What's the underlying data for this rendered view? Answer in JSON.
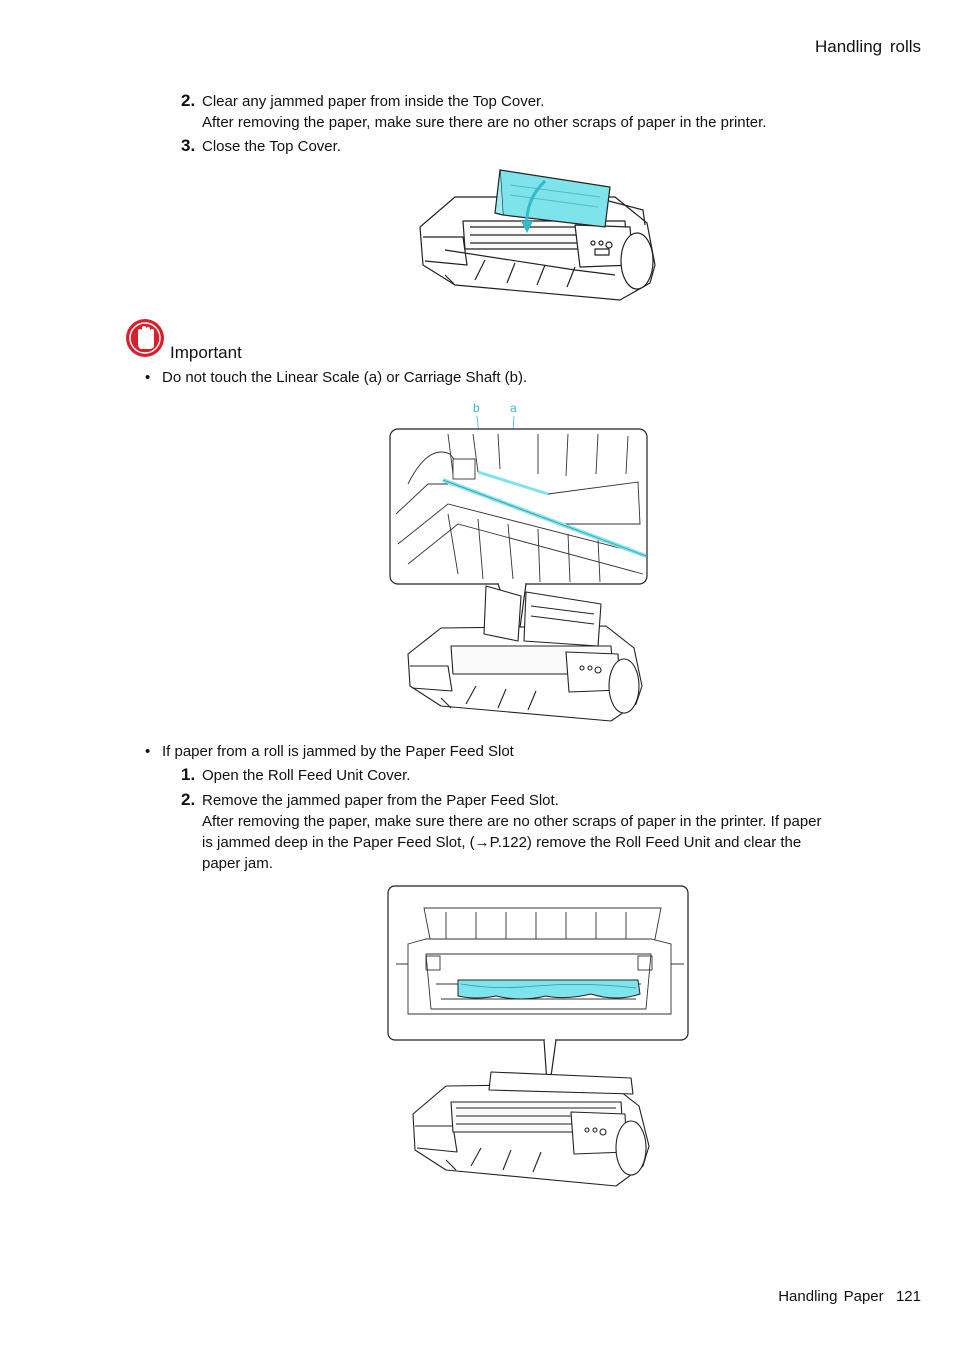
{
  "header": {
    "section": "Handling rolls"
  },
  "steps_a": [
    {
      "num": "2.",
      "text": "Clear any jammed paper from inside the Top Cover.",
      "detail": "After removing the paper, make sure there are no other scraps of paper in the printer."
    },
    {
      "num": "3.",
      "text": "Close the Top Cover."
    }
  ],
  "important": {
    "label": "Important",
    "bullet_mark": "•",
    "items": [
      "Do not touch the Linear Scale (a) or Carriage Shaft (b)."
    ],
    "figure_labels": {
      "b": "b",
      "a": "a"
    }
  },
  "section_b": {
    "bullet_mark": "•",
    "bullet": "If paper from a roll is jammed by the Paper Feed Slot",
    "steps": [
      {
        "num": "1.",
        "text": "Open the Roll Feed Unit Cover."
      },
      {
        "num": "2.",
        "text": "Remove the jammed paper from the Paper Feed Slot.",
        "detail_lines": [
          "After removing the paper, make sure there are no other scraps of paper in the printer.  If paper",
          "is jammed deep in the Paper Feed Slot, (→P.122) remove the Roll Feed Unit and clear the",
          "paper jam."
        ]
      }
    ]
  },
  "colors": {
    "highlight": "#7fe3ec",
    "important_red": "#d9202a",
    "label_cyan": "#33b8cc"
  },
  "footer": {
    "chapter": "Handling Paper",
    "page": "121"
  }
}
